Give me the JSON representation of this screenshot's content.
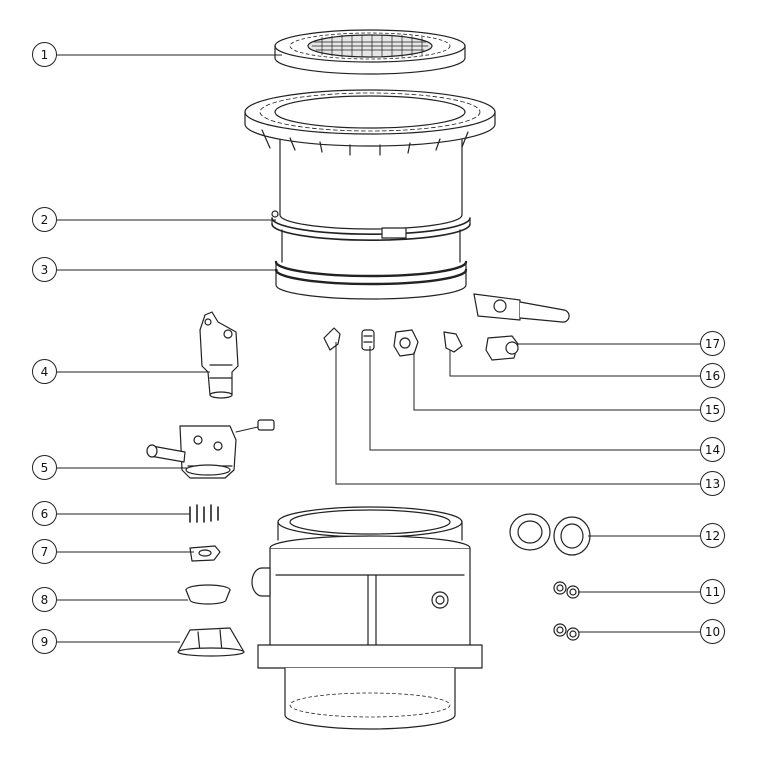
{
  "callouts": [
    {
      "id": "c1",
      "label": "1"
    },
    {
      "id": "c2",
      "label": "2"
    },
    {
      "id": "c3",
      "label": "3"
    },
    {
      "id": "c4",
      "label": "4"
    },
    {
      "id": "c5",
      "label": "5"
    },
    {
      "id": "c6",
      "label": "6"
    },
    {
      "id": "c7",
      "label": "7"
    },
    {
      "id": "c8",
      "label": "8"
    },
    {
      "id": "c9",
      "label": "9"
    },
    {
      "id": "c10",
      "label": "10"
    },
    {
      "id": "c11",
      "label": "11"
    },
    {
      "id": "c12",
      "label": "12"
    },
    {
      "id": "c13",
      "label": "13"
    },
    {
      "id": "c14",
      "label": "14"
    },
    {
      "id": "c15",
      "label": "15"
    },
    {
      "id": "c16",
      "label": "16"
    },
    {
      "id": "c17",
      "label": "17"
    }
  ],
  "colors": {
    "line": "#222222",
    "fill": "#ffffff",
    "shade": "#dcdcdc"
  }
}
